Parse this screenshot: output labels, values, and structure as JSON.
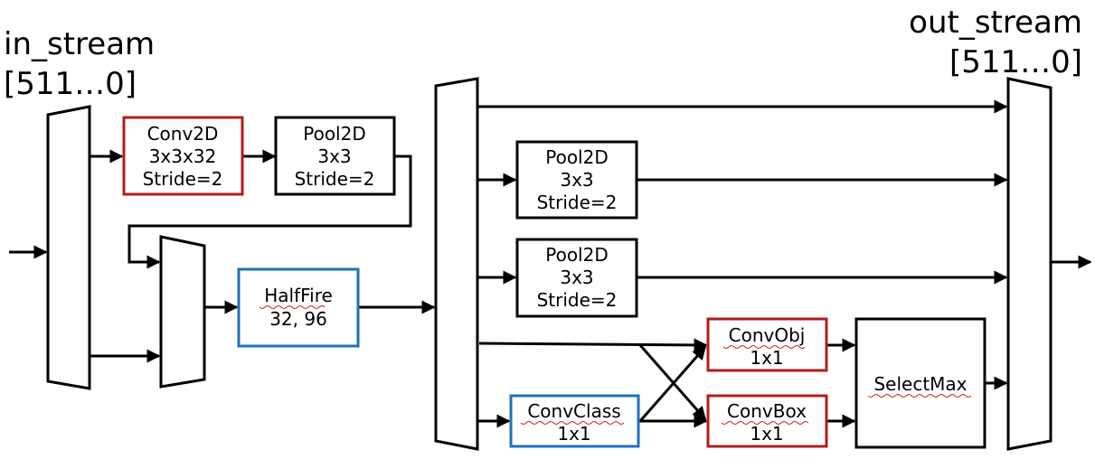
{
  "labels": {
    "in_stream_name": "in_stream",
    "in_stream_range": "[511…0]",
    "out_stream_name": "out_stream",
    "out_stream_range": "[511…0]"
  },
  "blocks": {
    "conv2d": [
      "Conv2D",
      "3x3x32",
      "Stride=2"
    ],
    "pool_a": [
      "Pool2D",
      "3x3",
      "Stride=2"
    ],
    "halffire": [
      "HalfFire",
      "32, 96"
    ],
    "pool_b": [
      "Pool2D",
      "3x3",
      "Stride=2"
    ],
    "pool_c": [
      "Pool2D",
      "3x3",
      "Stride=2"
    ],
    "convobj": [
      "ConvObj",
      "1x1"
    ],
    "convbox": [
      "ConvBox",
      "1x1"
    ],
    "convclass": [
      "ConvClass",
      "1x1"
    ],
    "selectmax": [
      "SelectMax"
    ]
  },
  "colors": {
    "line": "#000000",
    "red_block": "#b01d1d",
    "blue_block": "#1f72b8",
    "spellcheck": "#d02020"
  }
}
